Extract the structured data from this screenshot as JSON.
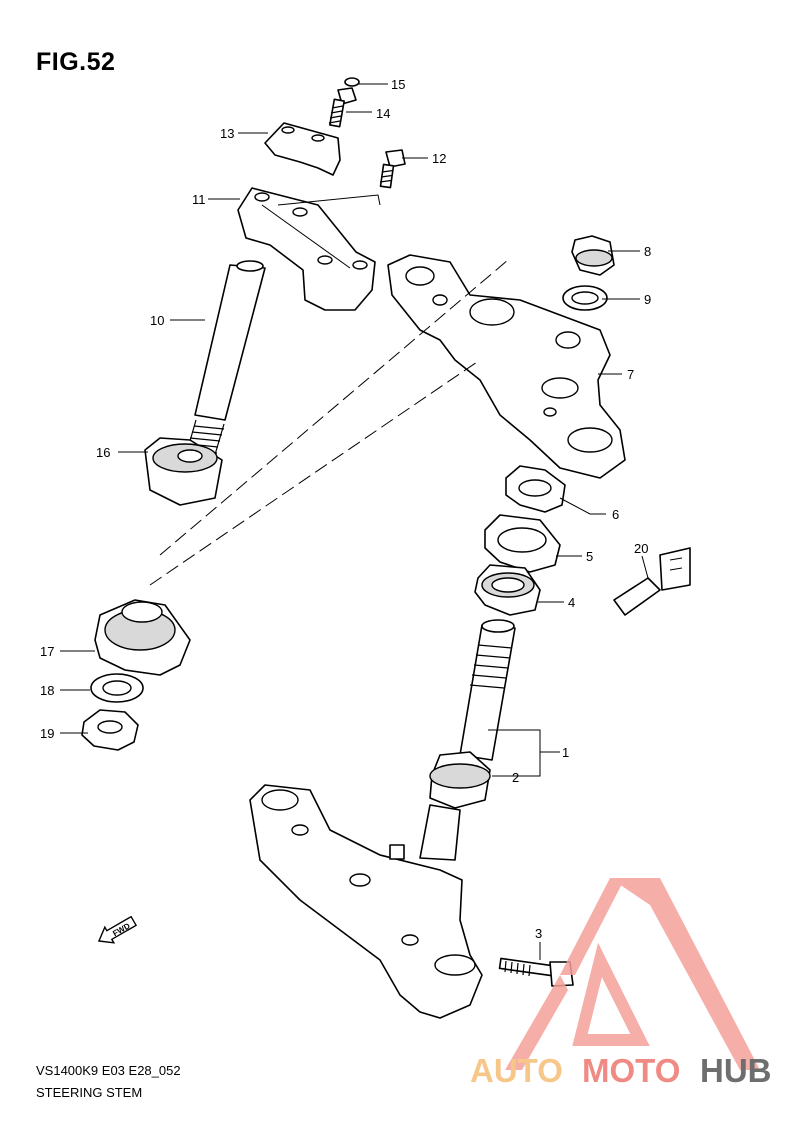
{
  "figure": {
    "title": "FIG.52",
    "model_code": "VS1400K9 E03 E28_052",
    "caption": "STEERING STEM"
  },
  "callouts": [
    "1",
    "2",
    "3",
    "4",
    "5",
    "6",
    "7",
    "8",
    "9",
    "10",
    "11",
    "12",
    "13",
    "14",
    "15",
    "16",
    "17",
    "18",
    "19",
    "20"
  ],
  "direction_arrow": {
    "label": "FWD",
    "icon": "fwd-arrow-icon"
  },
  "watermark": {
    "word_part1": "AUTO",
    "word_part2": "MOTO",
    "word_part3": "HUB",
    "colors": {
      "auto": "#f7c78a",
      "moto": "#f08a84",
      "hub": "#6e6e6e",
      "logo": "#f4a09a"
    }
  }
}
